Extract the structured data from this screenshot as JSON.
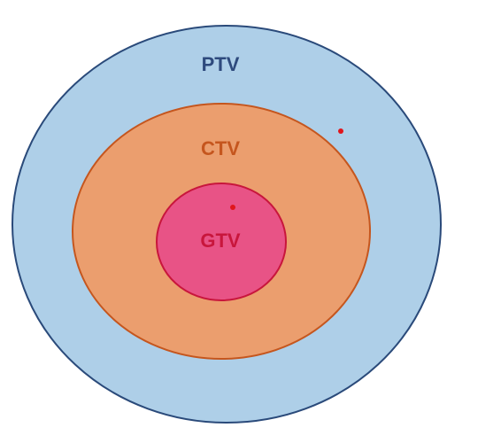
{
  "diagram": {
    "zones": [
      {
        "key": "ptv",
        "label": "PTV",
        "fill": "#aecfe8",
        "stroke": "#2a4a7a",
        "text_color": "#2e4a7d"
      },
      {
        "key": "ctv",
        "label": "CTV",
        "fill": "#eb9e6e",
        "stroke": "#c5561e",
        "text_color": "#c5561e"
      },
      {
        "key": "gtv",
        "label": "GTV",
        "fill": "#e85386",
        "stroke": "#c8163c",
        "text_color": "#c8163c"
      }
    ],
    "marker_color": "#e0161c"
  }
}
